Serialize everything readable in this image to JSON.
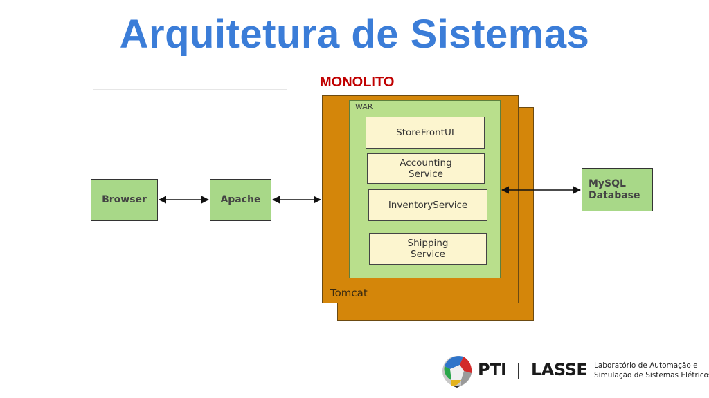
{
  "slide": {
    "title": "Arquitetura de Sistemas",
    "subtitle": "MONOLITO"
  },
  "diagram": {
    "container_outer_label": "Tomcat",
    "container_inner_label": "WAR",
    "services": [
      "StoreFrontUI",
      "Accounting\nService",
      "InventoryService",
      "Shipping\nService"
    ],
    "nodes": {
      "browser": "Browser",
      "apache": "Apache",
      "database": "MySQL\nDatabase"
    },
    "colors": {
      "tomcat": "#d4860a",
      "war": "#b9df8c",
      "service": "#fcf5cf",
      "node": "#a8d888",
      "title": "#3b7dd8",
      "subtitle": "#c00000"
    }
  },
  "logo": {
    "mark": "PTI",
    "name": "LASSE",
    "tagline_line1": "Laboratório de Automação e",
    "tagline_line2": "Simulação de Sistemas Elétricos",
    "icon": "globe-icon"
  }
}
